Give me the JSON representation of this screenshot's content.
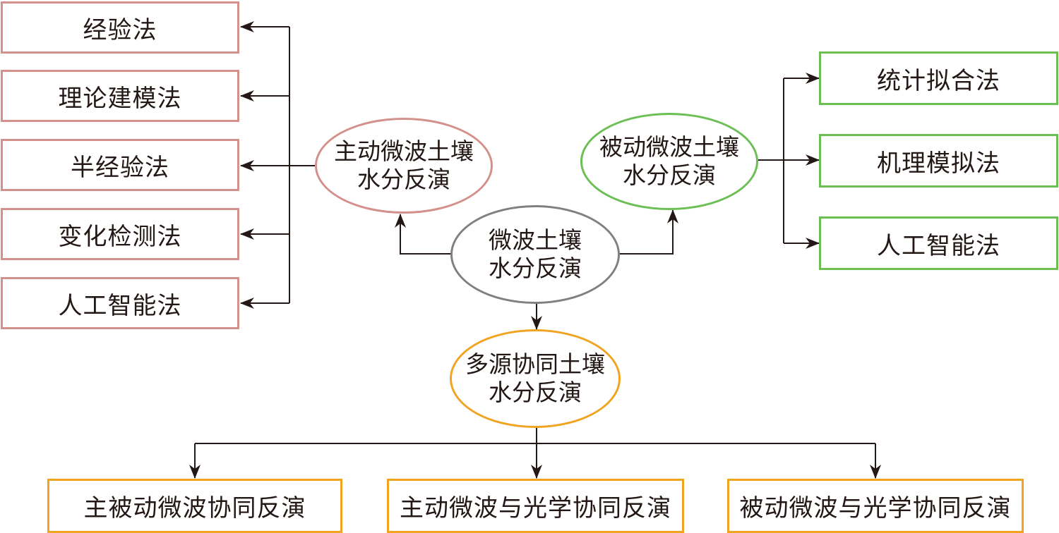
{
  "diagram": {
    "center": {
      "line1": "微波土壤",
      "line2": "水分反演"
    },
    "active": {
      "line1": "主动微波土壤",
      "line2": "水分反演",
      "methods": [
        "经验法",
        "理论建模法",
        "半经验法",
        "变化检测法",
        "人工智能法"
      ]
    },
    "passive": {
      "line1": "被动微波土壤",
      "line2": "水分反演",
      "methods": [
        "统计拟合法",
        "机理模拟法",
        "人工智能法"
      ]
    },
    "multisource": {
      "line1": "多源协同土壤",
      "line2": "水分反演",
      "methods": [
        "主被动微波协同反演",
        "主动微波与光学协同反演",
        "被动微波与光学协同反演"
      ]
    },
    "colors": {
      "active": "#d4908a",
      "passive": "#6cbf55",
      "center": "#808080",
      "multisource": "#f0a422",
      "arrow": "#231815"
    }
  }
}
